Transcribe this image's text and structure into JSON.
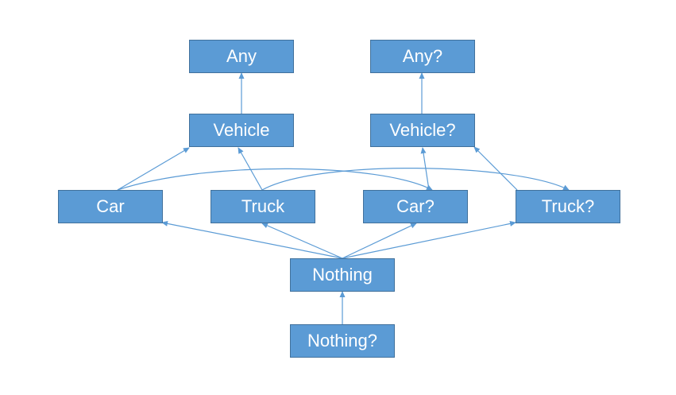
{
  "diagram": {
    "nodes": {
      "any": "Any",
      "any_q": "Any?",
      "vehicle": "Vehicle",
      "vehicle_q": "Vehicle?",
      "car": "Car",
      "truck": "Truck",
      "car_q": "Car?",
      "truck_q": "Truck?",
      "nothing": "Nothing",
      "nothing_q": "Nothing?"
    },
    "edges": [
      {
        "from": "Vehicle",
        "to": "Any"
      },
      {
        "from": "Vehicle?",
        "to": "Any?"
      },
      {
        "from": "Car",
        "to": "Vehicle"
      },
      {
        "from": "Truck",
        "to": "Vehicle"
      },
      {
        "from": "Car?",
        "to": "Vehicle?"
      },
      {
        "from": "Truck?",
        "to": "Vehicle?"
      },
      {
        "from": "Car",
        "to": "Car?"
      },
      {
        "from": "Truck",
        "to": "Truck?"
      },
      {
        "from": "Nothing",
        "to": "Car"
      },
      {
        "from": "Nothing",
        "to": "Truck"
      },
      {
        "from": "Nothing",
        "to": "Car?"
      },
      {
        "from": "Nothing",
        "to": "Truck?"
      },
      {
        "from": "Nothing?",
        "to": "Nothing"
      }
    ],
    "colors": {
      "node_fill": "#5b9bd5",
      "node_border": "#41719c",
      "edge": "#5b9bd5",
      "text": "#ffffff"
    }
  }
}
